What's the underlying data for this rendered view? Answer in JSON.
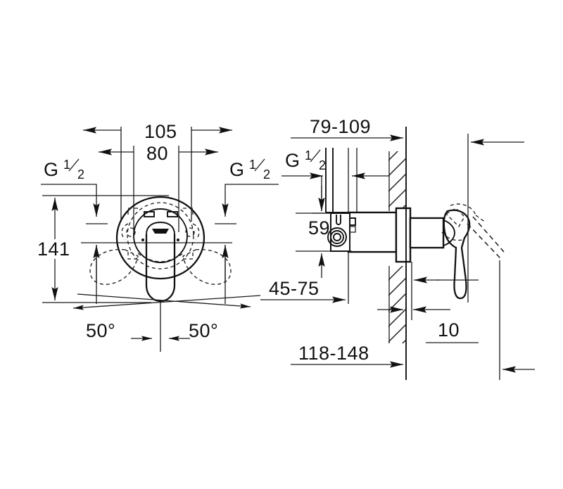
{
  "drawing": {
    "title": "Concealed single-lever shower mixer dimension drawing",
    "units": "mm",
    "line_color": "#111111",
    "background_color": "#ffffff",
    "views": [
      {
        "name": "front-view",
        "label": ""
      },
      {
        "name": "side-section-view",
        "label": ""
      }
    ],
    "dimensions": {
      "width_105": "105",
      "width_80": "80",
      "height_141": "141",
      "angle_left": "50°",
      "angle_right": "50°",
      "thread_left": {
        "letter": "G",
        "numerator": "1",
        "denominator": "2"
      },
      "thread_right": {
        "letter": "G",
        "numerator": "1",
        "denominator": "2"
      },
      "thread_side": {
        "letter": "G",
        "numerator": "1",
        "denominator": "2"
      },
      "depth_79_109": "79-109",
      "height_59": "59",
      "depth_45_75": "45-75",
      "depth_10": "10",
      "depth_118_148": "118-148"
    }
  }
}
